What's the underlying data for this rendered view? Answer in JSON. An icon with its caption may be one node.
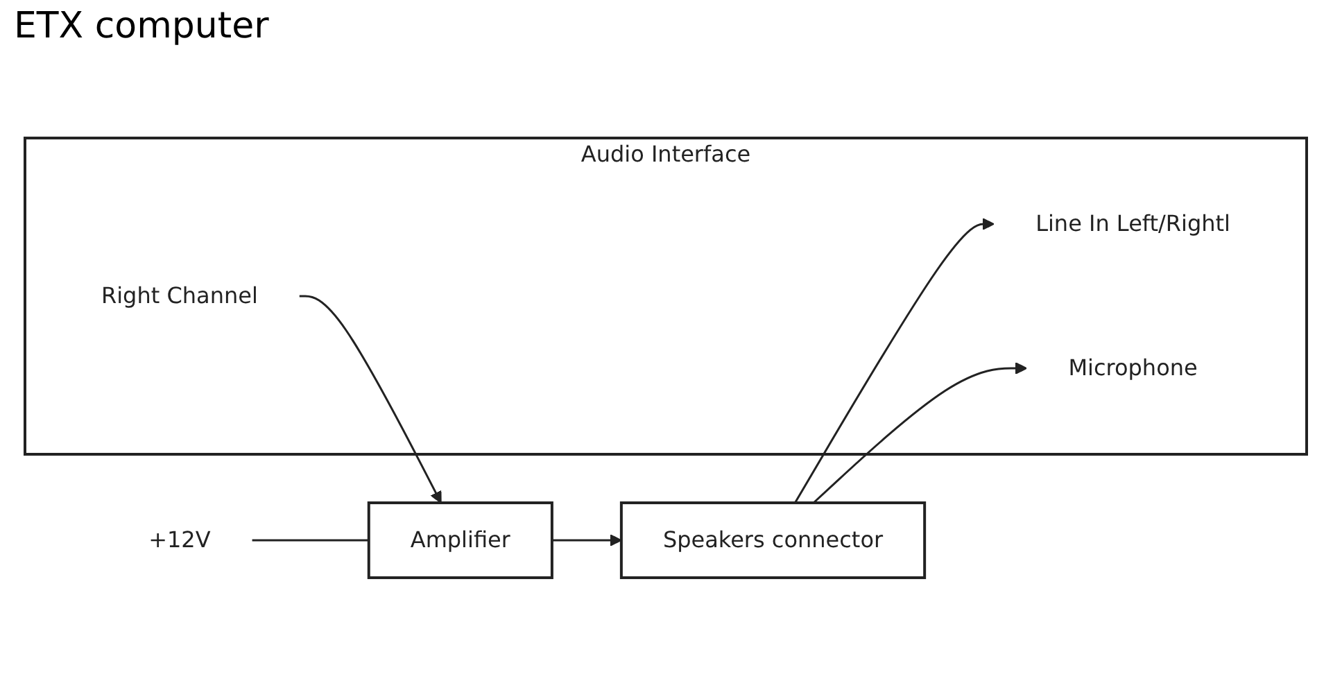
{
  "diagram": {
    "title": "ETX computer",
    "nodes": [
      {
        "text": [
          "Audio Interface"
        ]
      },
      {
        "text": [
          "Right Channel"
        ],
        "in": 0
      },
      {
        "text": [
          "Line In Left/Rightl"
        ],
        "in": 0
      },
      {
        "text": [
          "Microphone"
        ],
        "in": 0
      },
      {
        "text": [
          "+12V"
        ]
      },
      {
        "text": [
          "Amplifier"
        ]
      },
      {
        "text": [
          "Speakers connector"
        ]
      }
    ],
    "edges": [
      {
        "from": 1,
        "to": 5,
        "arrow": "to"
      },
      {
        "from": 4,
        "to": 5,
        "arrow": "none"
      },
      {
        "from": 5,
        "to": 6,
        "arrow": "to"
      },
      {
        "from": 6,
        "to": 2,
        "arrow": "to"
      },
      {
        "from": 6,
        "to": 3,
        "arrow": "to"
      }
    ]
  }
}
